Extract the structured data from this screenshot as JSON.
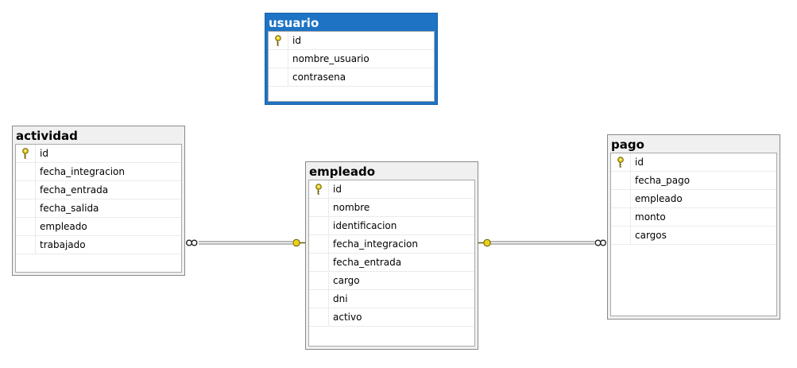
{
  "tables": {
    "usuario": {
      "name": "usuario",
      "columns": [
        "id",
        "nombre_usuario",
        "contrasena"
      ]
    },
    "actividad": {
      "name": "actividad",
      "columns": [
        "id",
        "fecha_integracion",
        "fecha_entrada",
        "fecha_salida",
        "empleado",
        "trabajado"
      ]
    },
    "empleado": {
      "name": "empleado",
      "columns": [
        "id",
        "nombre",
        "identificacion",
        "fecha_integracion",
        "fecha_entrada",
        "cargo",
        "dni",
        "activo"
      ]
    },
    "pago": {
      "name": "pago",
      "columns": [
        "id",
        "fecha_pago",
        "empleado",
        "monto",
        "cargos"
      ]
    }
  },
  "primary_key_icon": "key-icon",
  "colors": {
    "selected_header": "#1e73c4",
    "key": "#e8d21c"
  }
}
